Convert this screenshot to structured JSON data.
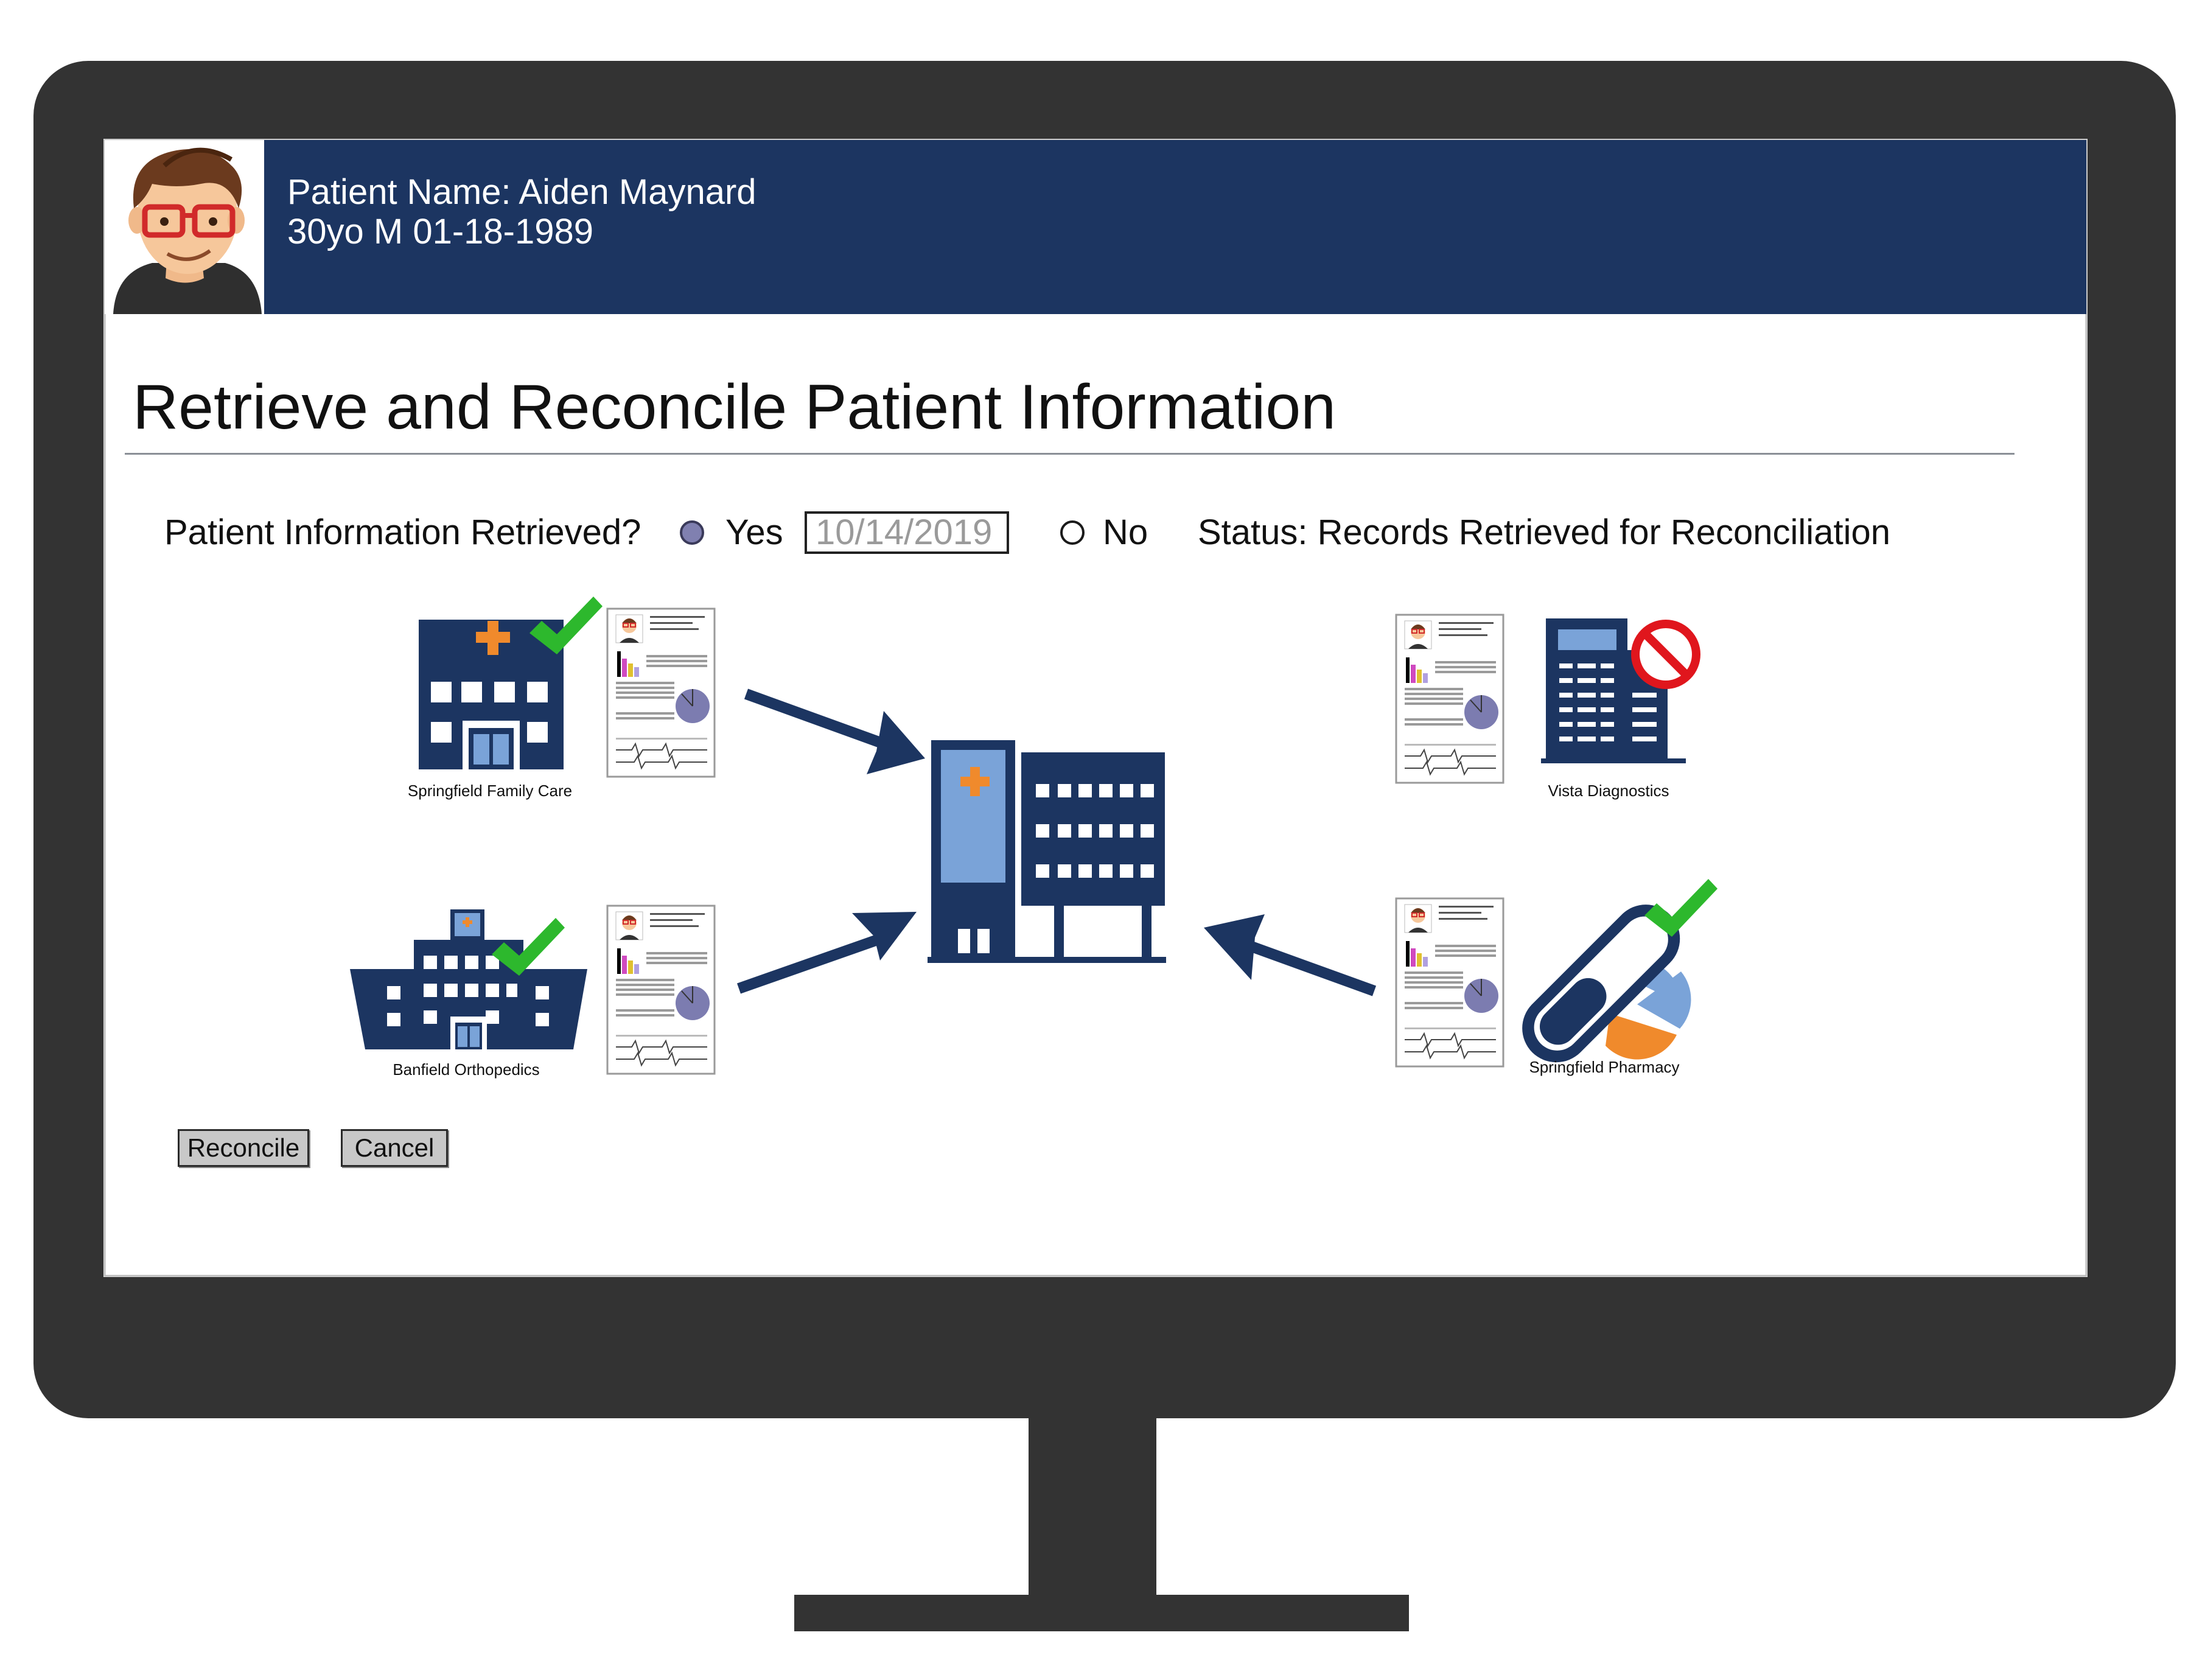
{
  "header": {
    "patient_name": "Patient Name: Aiden Maynard",
    "patient_details": "30yo M  01-18-1989",
    "avatar_icon": "patient-avatar-icon"
  },
  "page_title": "Retrieve and Reconcile Patient Information",
  "retrieval": {
    "question": "Patient Information Retrieved?",
    "yes_label": "Yes",
    "yes_selected": true,
    "date_value": "10/14/2019",
    "no_label": "No",
    "status": "Status: Records Retrieved for Reconciliation"
  },
  "facilities": [
    {
      "name": "Springfield Family Care",
      "icon": "clinic-building-icon",
      "status_icon": "checkmark-icon",
      "status": "retrieved"
    },
    {
      "name": "Banfield Orthopedics",
      "icon": "hospital-building-icon",
      "status_icon": "checkmark-icon",
      "status": "retrieved"
    },
    {
      "name": "Vista Diagnostics",
      "icon": "office-building-icon",
      "status_icon": "prohibited-icon",
      "status": "unavailable"
    },
    {
      "name": "Springfield Pharmacy",
      "icon": "pill-capsule-icon",
      "status_icon": "checkmark-icon",
      "status": "retrieved"
    }
  ],
  "center_icon": "central-hospital-icon",
  "buttons": {
    "reconcile": "Reconcile",
    "cancel": "Cancel"
  },
  "colors": {
    "navy": "#1c3561",
    "orange": "#f08a2c",
    "light_blue": "#7aa3d8",
    "check_green": "#2db82d",
    "prohibit_red": "#e0161d",
    "monitor": "#333333"
  }
}
